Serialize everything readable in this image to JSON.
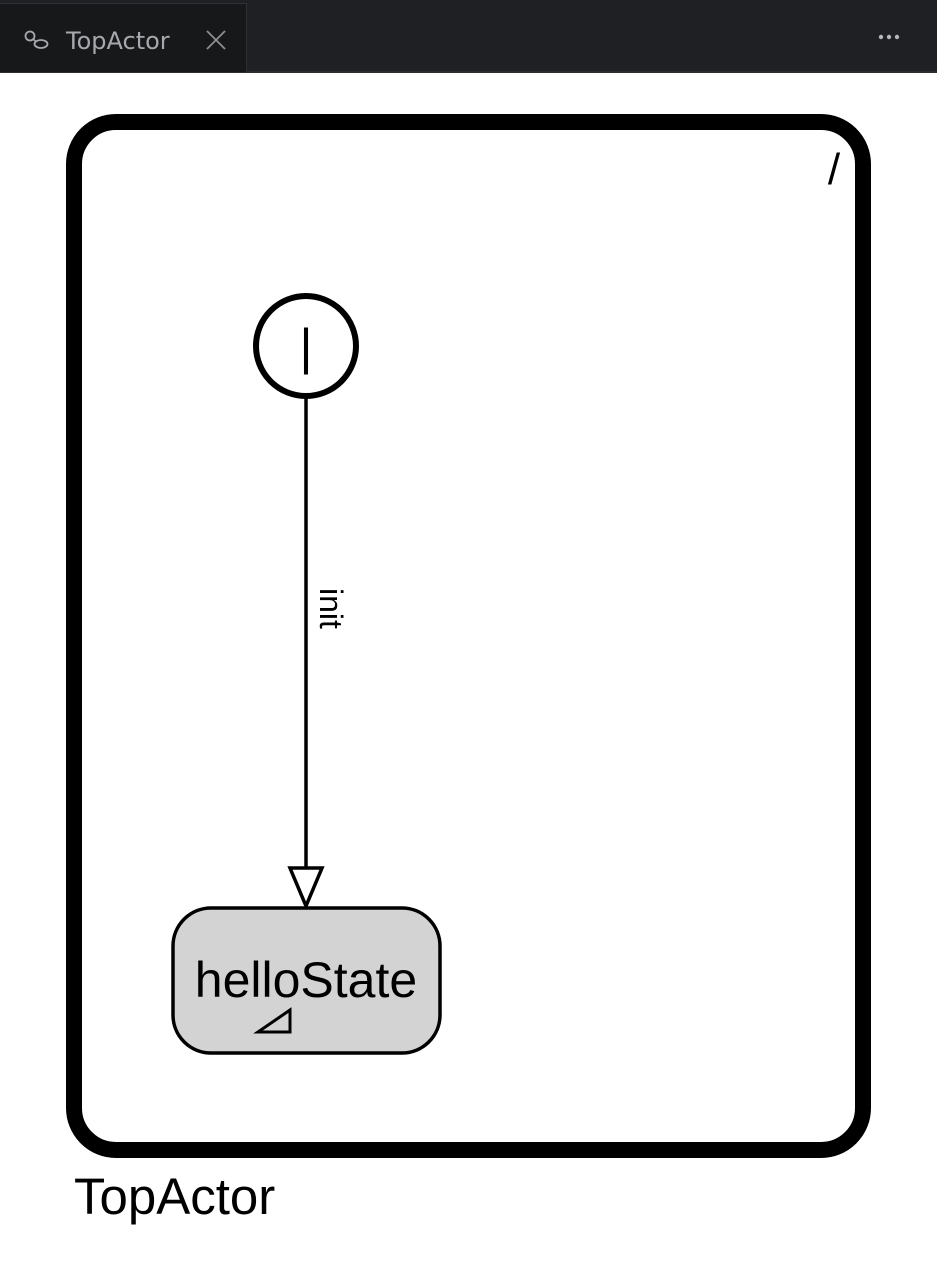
{
  "tab": {
    "title": "TopActor",
    "icon": "state-machine-icon",
    "close_icon": "close-icon"
  },
  "toolbar": {
    "more_icon": "more-actions-icon"
  },
  "diagram": {
    "actor_name": "TopActor",
    "corner_marker": "/",
    "initial_marker": "|",
    "transition_label": "init",
    "state_name": "helloState",
    "state_fill": "#d3d3d3",
    "stroke_color": "#000000"
  }
}
